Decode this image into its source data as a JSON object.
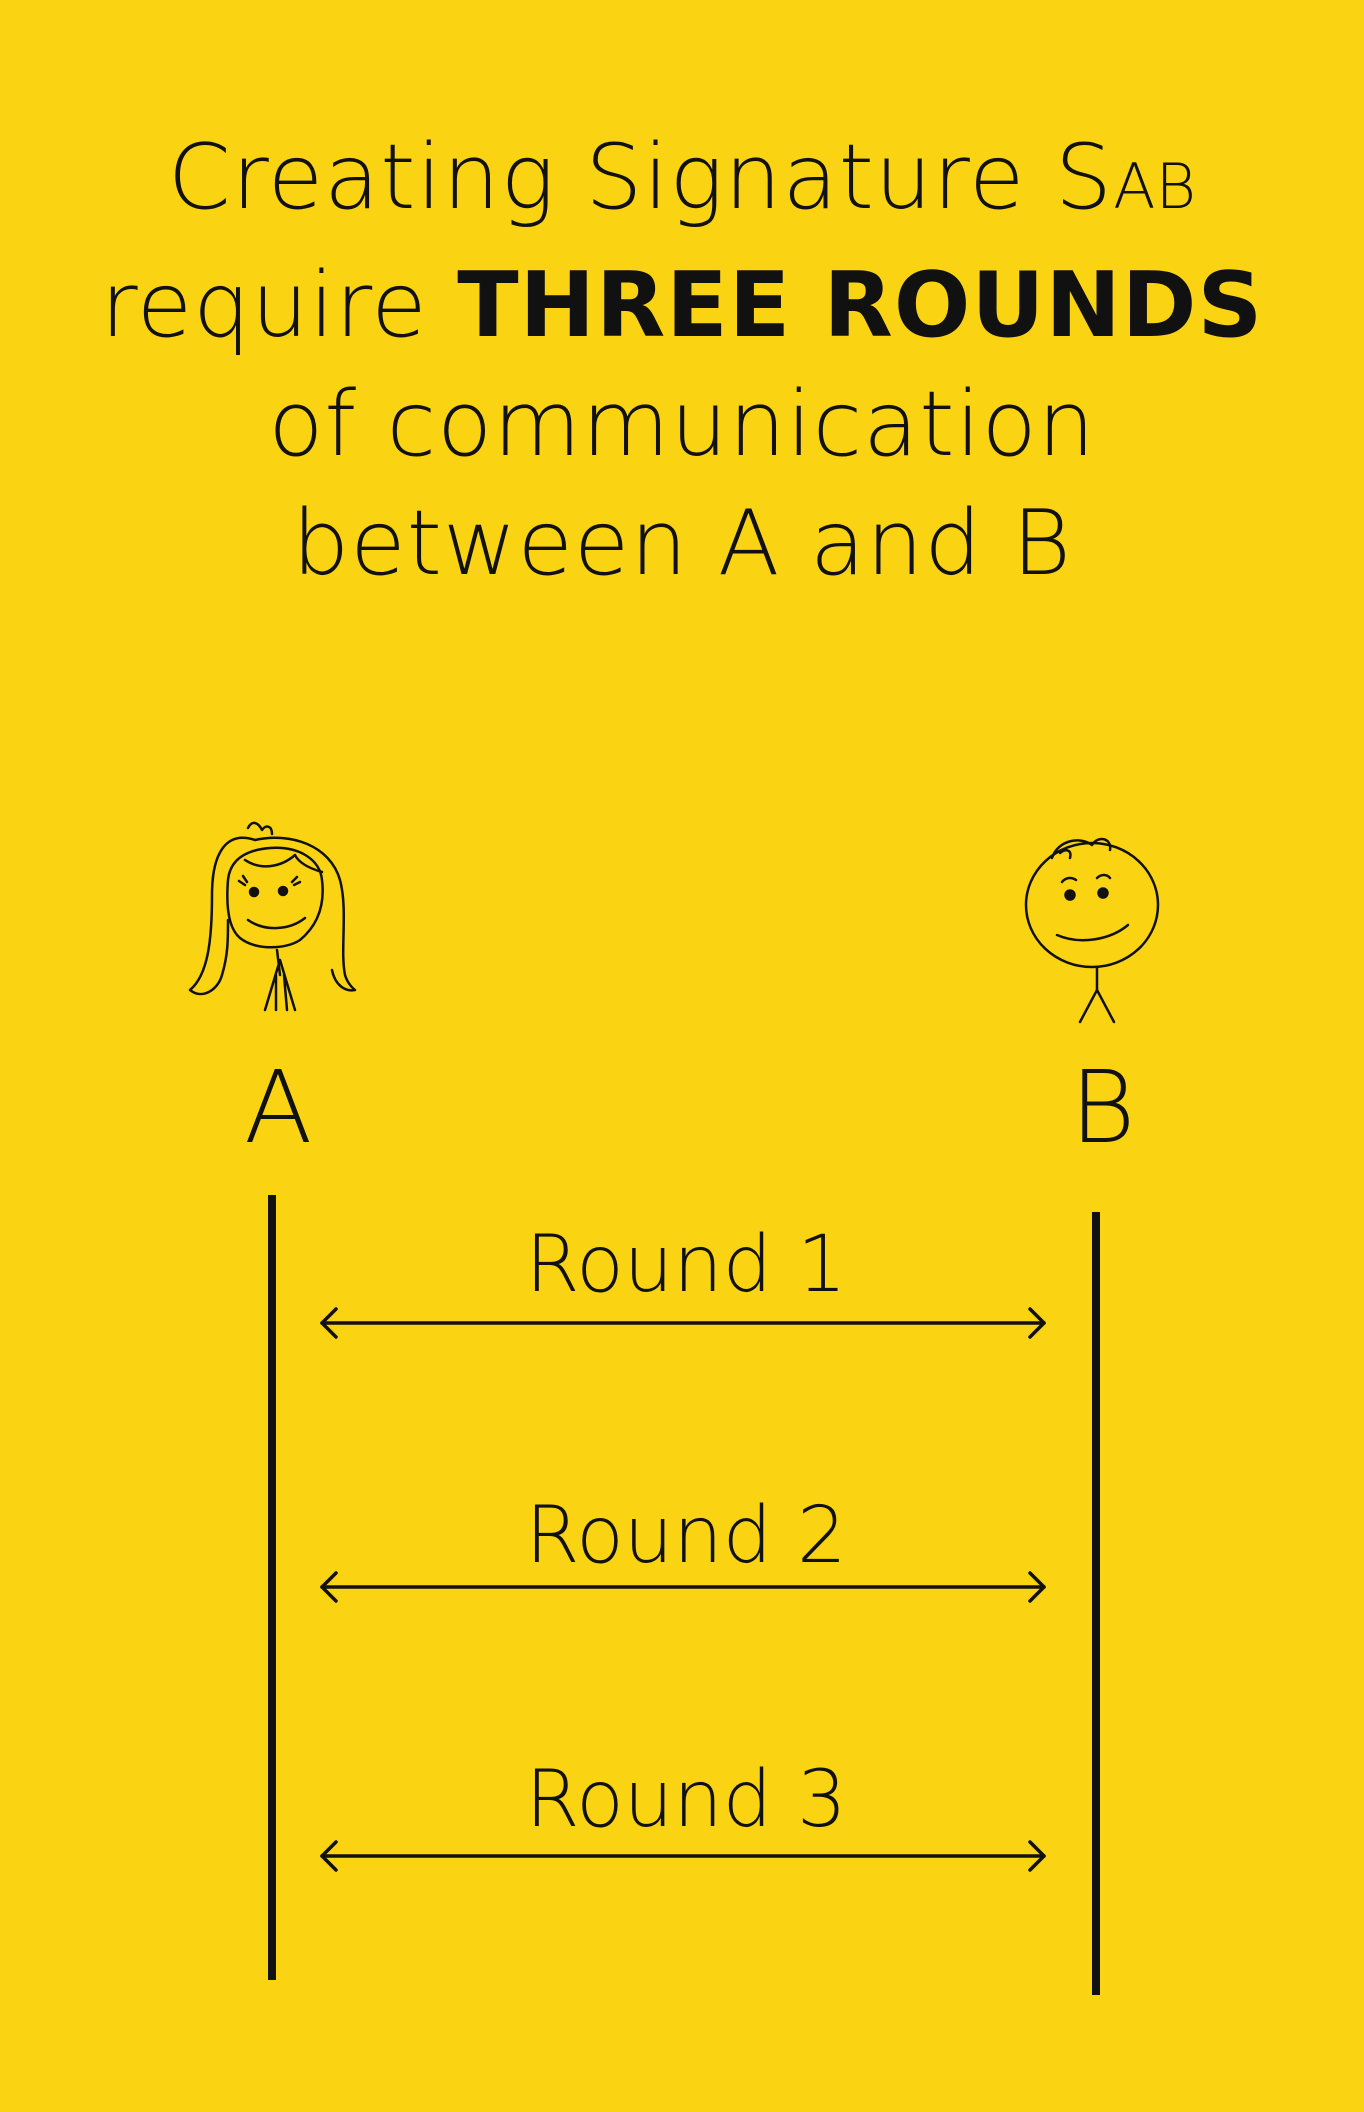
{
  "title": {
    "line1_main": "Creating Signature S",
    "line1_sub": "AB",
    "line2_normal": "require ",
    "line2_bold": "THREE ROUNDS",
    "line3": "of communication",
    "line4": "between A and B"
  },
  "parties": {
    "a": {
      "label": "A",
      "icon": "girl-stick-figure-icon"
    },
    "b": {
      "label": "B",
      "icon": "boy-stick-figure-icon"
    }
  },
  "rounds": [
    {
      "label": "Round 1"
    },
    {
      "label": "Round 2"
    },
    {
      "label": "Round 3"
    }
  ],
  "colors": {
    "background": "#FAD313",
    "ink": "#111111"
  }
}
